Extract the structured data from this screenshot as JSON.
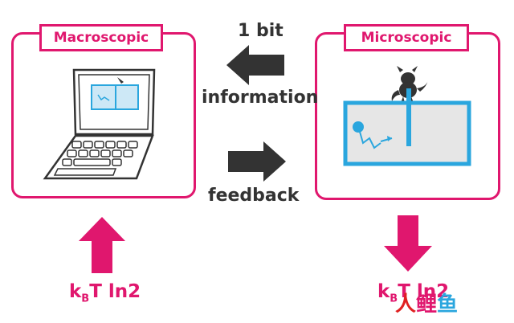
{
  "macro": {
    "title": "Macroscopic",
    "energy_main": "k",
    "energy_sub": "B",
    "energy_rest": "T ln2"
  },
  "micro": {
    "title": "Microscopic",
    "energy_main": "k",
    "energy_sub": "B",
    "energy_rest": "T ln2"
  },
  "arrows": {
    "top_label_line1": "1 bit",
    "top_label_line2": "information",
    "bottom_label": "feedback"
  },
  "watermark": {
    "text": "人鲤鱼"
  },
  "colors": {
    "accent": "#e0176e",
    "arrow_dark": "#333333",
    "screen_blue": "#2aa6de",
    "box_gray": "#e6e6e6"
  }
}
